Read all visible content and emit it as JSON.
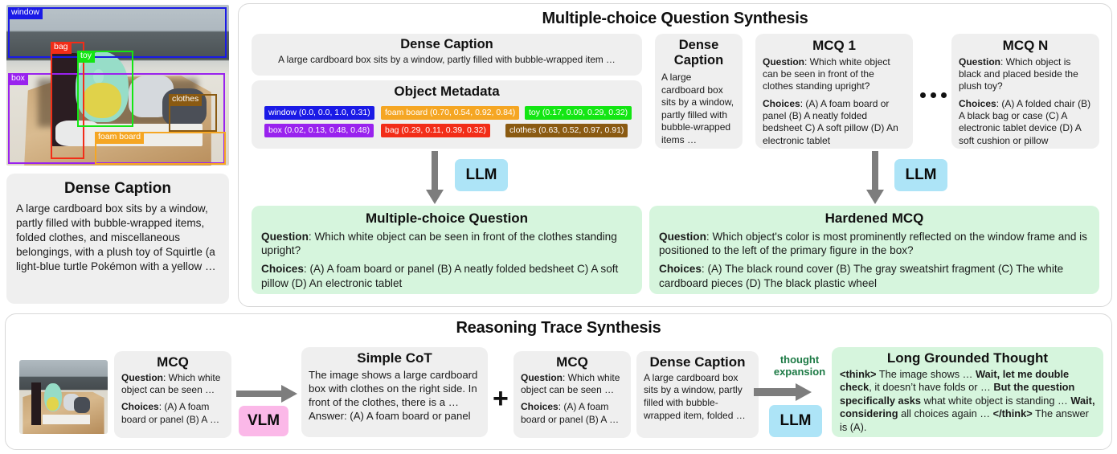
{
  "figure": {
    "top_section_title": "Multiple-choice Question Synthesis",
    "bottom_section_title": "Reasoning Trace Synthesis"
  },
  "colors": {
    "window": "#1a1ae6",
    "box": "#9922ee",
    "bag": "#f22d18",
    "toy": "#13e613",
    "foam_board": "#f5a623",
    "clothes": "#8a5a12",
    "llm_badge": "#ade4f7",
    "vlm_badge": "#fbb8e8",
    "green_card": "#d6f5dd",
    "gray_card": "#efefef",
    "thought_label": "#1d7a45"
  },
  "image_annotations": {
    "labels": [
      {
        "name": "window",
        "color": "#1a1ae6"
      },
      {
        "name": "bag",
        "color": "#f22d18"
      },
      {
        "name": "toy",
        "color": "#13e613"
      },
      {
        "name": "box",
        "color": "#9922ee"
      },
      {
        "name": "clothes",
        "color": "#8a5a12"
      },
      {
        "name": "foam board",
        "color": "#f5a623"
      }
    ]
  },
  "left_dense_caption": {
    "title": "Dense Caption",
    "text": "A large cardboard box sits by a window, partly filled with bubble-wrapped items, folded clothes, and miscellaneous belongings, with a plush toy of Squirtle (a light-blue turtle Pokémon with a yellow …"
  },
  "dense_caption_wide": {
    "title": "Dense Caption",
    "text": "A large cardboard box sits by a window, partly filled with bubble-wrapped item …"
  },
  "object_metadata": {
    "title": "Object Metadata",
    "items": [
      {
        "label": "window (0.0, 0.0, 1.0, 0.31)",
        "color": "#1a1ae6"
      },
      {
        "label": "foam board (0.70, 0.54, 0.92, 0.84)",
        "color": "#f5a623"
      },
      {
        "label": "toy (0.17, 0.09, 0.29, 0.32)",
        "color": "#13e613"
      },
      {
        "label": "box (0.02, 0.13, 0.48, 0.48)",
        "color": "#9922ee"
      },
      {
        "label": "bag (0.29, 0.11, 0.39, 0.32)",
        "color": "#f22d18"
      },
      {
        "label": "clothes (0.63, 0.52, 0.97, 0.91)",
        "color": "#8a5a12"
      }
    ]
  },
  "llm_badge_1": "LLM",
  "llm_badge_2": "LLM",
  "llm_badge_3": "LLM",
  "vlm_badge": "VLM",
  "mcq_output": {
    "title": "Multiple-choice Question",
    "question_label": "Question",
    "question_text": ": Which white object can be seen in front of the clothes standing upright?",
    "choices_label": "Choices",
    "choices_text": ": (A) A foam board or panel (B) A neatly folded bedsheet C) A soft pillow (D) An electronic tablet"
  },
  "dense_caption_small": {
    "title_line1": "Dense",
    "title_line2": "Caption",
    "text": "A large cardboard box sits by a window, partly filled with bubble-wrapped items …"
  },
  "mcq1": {
    "title": "MCQ 1",
    "question_label": "Question",
    "question_text": ": Which white object can be seen in front of the clothes standing upright?",
    "choices_label": "Choices",
    "choices_text": ": (A) A foam board or panel (B) A neatly folded bedsheet C) A soft pillow (D) An electronic tablet"
  },
  "mcqn": {
    "title": "MCQ N",
    "question_label": "Question",
    "question_text": ": Which object is black and placed beside the plush toy?",
    "choices_label": "Choices",
    "choices_text": ": (A) A folded chair (B) A black bag or case (C) A electronic tablet device (D) A soft cushion or pillow"
  },
  "hardened_mcq": {
    "title": "Hardened MCQ",
    "question_label": "Question",
    "question_text": ": Which object's color is most prominently reflected on the window frame and is positioned to the left of the primary figure in the box?",
    "choices_label": "Choices",
    "choices_text": ": (A) The black round cover (B) The gray sweatshirt fragment (C) The white cardboard pieces (D) The black plastic wheel"
  },
  "bottom": {
    "mcq_a": {
      "title": "MCQ",
      "question_label": "Question",
      "question_text": ": Which white object can be seen …",
      "choices_label": "Choices",
      "choices_text": ": (A) A foam board or panel (B) A …"
    },
    "simple_cot": {
      "title": "Simple CoT",
      "text": "The image shows a large cardboard box with clothes on the right side. In front of the clothes, there is a … Answer: (A) A foam board or panel"
    },
    "plus": "+",
    "mcq_b": {
      "title": "MCQ",
      "question_label": "Question",
      "question_text": ": Which white object can be seen …",
      "choices_label": "Choices",
      "choices_text": ": (A) A foam board or panel (B) A …"
    },
    "dense_caption": {
      "title": "Dense Caption",
      "text": "A large cardboard box sits by a window, partly filled with bubble-wrapped item, folded …"
    },
    "thought_expansion_line1": "thought",
    "thought_expansion_line2": "expansion",
    "long_grounded_thought": {
      "title": "Long Grounded Thought",
      "seg1_bold": "<think>",
      "seg2": " The image shows … ",
      "seg3_bold": "Wait, let me double check",
      "seg4": ", it doesn’t have folds or … ",
      "seg5_bold": "But the question specifically asks",
      "seg6": " what white object is standing … ",
      "seg7_bold": "Wait, considering",
      "seg8": " all choices again … ",
      "seg9_bold": "</think>",
      "seg10": " The answer is (A)."
    }
  }
}
